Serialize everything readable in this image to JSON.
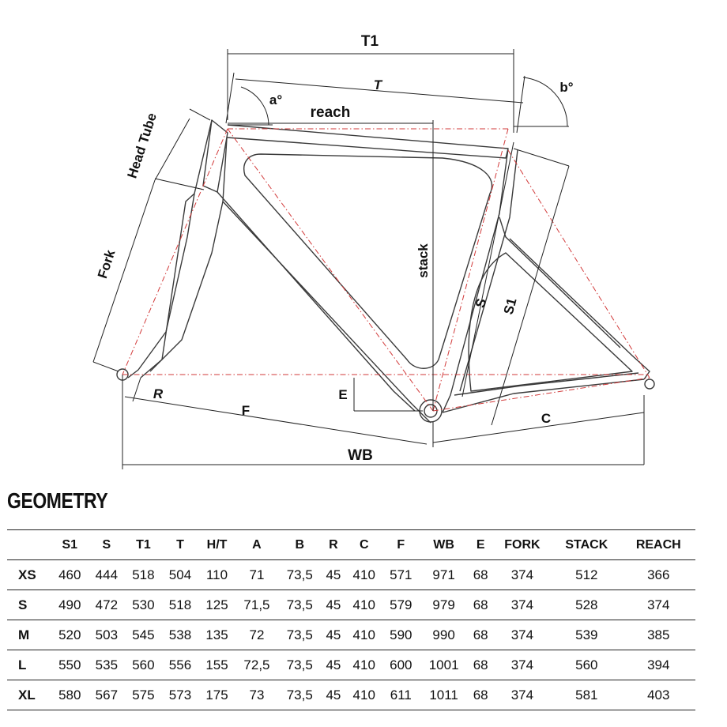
{
  "diagram": {
    "labels": {
      "t1": "T1",
      "t": "T",
      "a": "a°",
      "b": "b°",
      "reach": "reach",
      "head_tube": "Head Tube",
      "fork": "Fork",
      "stack": "stack",
      "s": "S",
      "s1": "S1",
      "r": "R",
      "f": "F",
      "e": "E",
      "c": "C",
      "wb": "WB"
    }
  },
  "geometry": {
    "title": "GEOMETRY",
    "columns": [
      "",
      "S1",
      "S",
      "T1",
      "T",
      "H/T",
      "A",
      "B",
      "R",
      "C",
      "F",
      "WB",
      "E",
      "FORK",
      "STACK",
      "REACH"
    ],
    "rows": [
      [
        "XS",
        "460",
        "444",
        "518",
        "504",
        "110",
        "71",
        "73,5",
        "45",
        "410",
        "571",
        "971",
        "68",
        "374",
        "512",
        "366"
      ],
      [
        "S",
        "490",
        "472",
        "530",
        "518",
        "125",
        "71,5",
        "73,5",
        "45",
        "410",
        "579",
        "979",
        "68",
        "374",
        "528",
        "374"
      ],
      [
        "M",
        "520",
        "503",
        "545",
        "538",
        "135",
        "72",
        "73,5",
        "45",
        "410",
        "590",
        "990",
        "68",
        "374",
        "539",
        "385"
      ],
      [
        "L",
        "550",
        "535",
        "560",
        "556",
        "155",
        "72,5",
        "73,5",
        "45",
        "410",
        "600",
        "1001",
        "68",
        "374",
        "560",
        "394"
      ],
      [
        "XL",
        "580",
        "567",
        "575",
        "573",
        "175",
        "73",
        "73,5",
        "45",
        "410",
        "611",
        "1011",
        "68",
        "374",
        "581",
        "403"
      ]
    ]
  }
}
